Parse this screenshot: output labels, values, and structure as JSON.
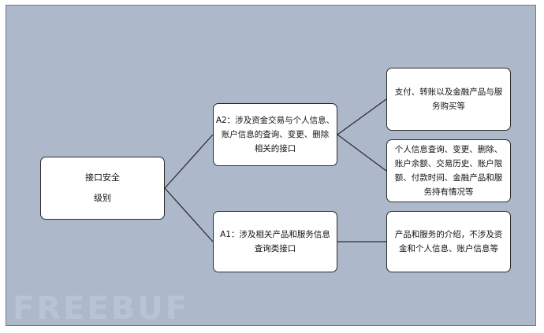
{
  "diagram": {
    "root": {
      "lines": [
        "接口安全",
        "级别"
      ]
    },
    "level_a2": {
      "lines": [
        "A2：涉及资金交易与个人信息、",
        "账户信息的查询、变更、删除",
        "相关的接口"
      ]
    },
    "level_a1": {
      "lines": [
        "A1：涉及相关产品和服务信息",
        "查询类接口"
      ]
    },
    "a2_detail_1": {
      "lines": [
        "支付、转账以及金融产品与服",
        "务购买等"
      ]
    },
    "a2_detail_2": {
      "lines": [
        "个人信息查询、变更、删除、",
        "账户余额、交易历史、账户限",
        "额、付款时间、金融产品和服",
        "务持有情况等"
      ]
    },
    "a1_detail_1": {
      "lines": [
        "产品和服务的介绍，不涉及资",
        "金和个人信息、账户信息等"
      ]
    }
  },
  "watermark": {
    "text": "FREEBUF"
  },
  "colors": {
    "background": "#adb9ca",
    "node_fill": "#ffffff",
    "border": "#2b2b2b"
  }
}
